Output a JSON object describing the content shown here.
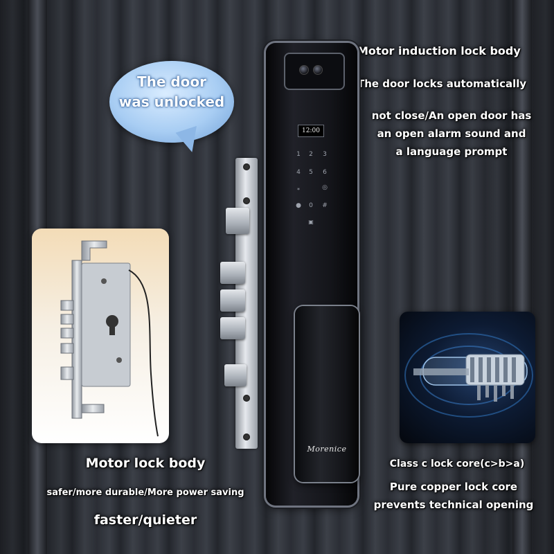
{
  "bubble": {
    "line1": "The door",
    "line2": "was unlocked"
  },
  "right_text": {
    "heading": "Motor induction lock body",
    "line1": "The door locks automatically",
    "line2": "not close/An open door has",
    "line3": "an open alarm sound and",
    "line4": "a language prompt"
  },
  "left_text": {
    "heading": "Motor lock body",
    "line1": "safer/more durable/More power saving",
    "line2": "faster/quieter"
  },
  "core_text": {
    "heading": "Class c lock core(c>b>a)",
    "line1": "Pure copper lock core",
    "line2": "prevents technical opening"
  },
  "lock": {
    "screen_time": "12:00",
    "keys": [
      "1",
      "2",
      "3",
      "4",
      "5",
      "6",
      "*",
      "0",
      "#"
    ],
    "brand": "Morenice"
  }
}
